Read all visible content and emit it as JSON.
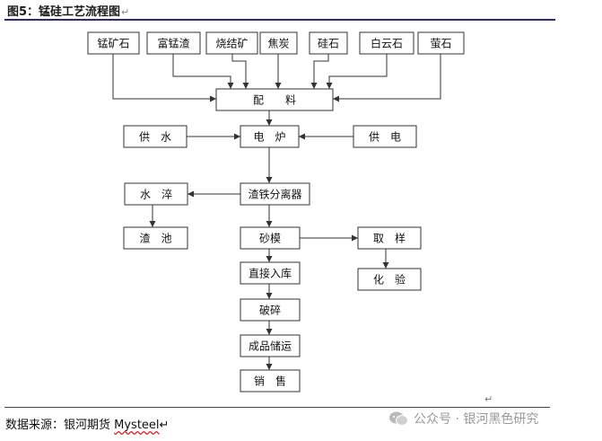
{
  "header": {
    "title": "图5：锰硅工艺流程图",
    "title_mark": "↵"
  },
  "diagram": {
    "nodes": {
      "mn_ore": "锰矿石",
      "rich_mn_slag": "富锰渣",
      "sinter_ore": "烧结矿",
      "coke": "焦炭",
      "silica": "硅石",
      "dolomite": "白云石",
      "fluorite": "萤石",
      "batching": "配　　料",
      "water_supply": "供　水",
      "furnace": "电　炉",
      "power_supply": "供　电",
      "slag_separator": "渣铁分离器",
      "water_quench": "水　淬",
      "slag_pool": "渣　池",
      "sand_mold": "砂模",
      "sampling": "取　样",
      "assay": "化　验",
      "direct_storage": "直接入库",
      "crushing": "破碎",
      "product_storage": "成品储运",
      "sales": "销　售"
    }
  },
  "footer": {
    "source_label": "数据来源：银河期货 ",
    "source_brand": "Mysteel",
    "source_mark": "↵",
    "small_mark": "↵",
    "watermark": "公众号 · 银河黑色研究"
  }
}
